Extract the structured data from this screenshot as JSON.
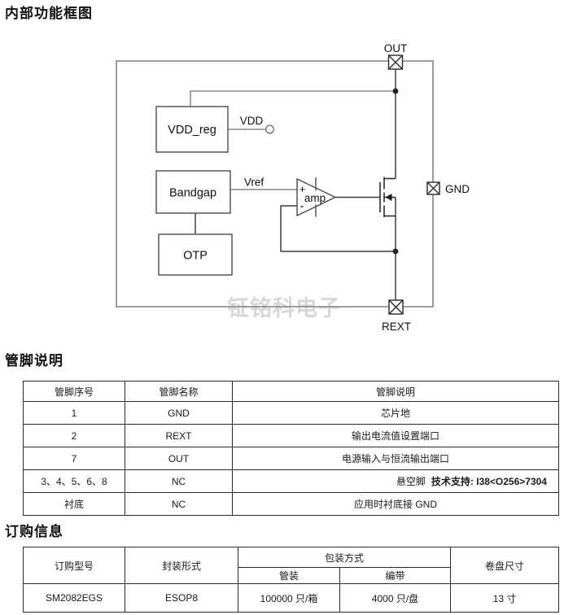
{
  "page": {
    "title": "内部功能框图",
    "watermark": "钲铭科电子"
  },
  "diagram": {
    "blocks": {
      "vdd_reg": "VDD_reg",
      "bandgap": "Bandgap",
      "otp": "OTP",
      "amp": "amp"
    },
    "labels": {
      "vdd": "VDD",
      "vref": "Vref",
      "plus": "+",
      "minus": "-"
    },
    "pins": {
      "out": "OUT",
      "gnd": "GND",
      "rext": "REXT"
    }
  },
  "pin_section": {
    "heading": "管脚说明",
    "headers": [
      "管脚序号",
      "管脚名称",
      "管脚说明"
    ],
    "rows": [
      {
        "num": "1",
        "name": "GND",
        "desc": "芯片地"
      },
      {
        "num": "2",
        "name": "REXT",
        "desc": "输出电流值设置端口"
      },
      {
        "num": "7",
        "name": "OUT",
        "desc": "电源输入与恒流输出端口"
      },
      {
        "num": "3、4、5、6、8",
        "name": "NC",
        "desc": "悬空脚",
        "desc_extra": "技术支持: I38<O256>7304"
      },
      {
        "num": "衬底",
        "name": "NC",
        "desc": "应用时衬底接 GND"
      }
    ]
  },
  "order_section": {
    "heading": "订购信息",
    "col_model": "订购型号",
    "col_package": "封装形式",
    "col_packing": "包装方式",
    "col_tube": "管装",
    "col_tape": "编带",
    "col_reel": "卷盘尺寸",
    "row": {
      "model": "SM2082EGS",
      "package": "ESOP8",
      "tube": "100000 只/箱",
      "tape": "4000 只/盘",
      "reel": "13 寸"
    }
  }
}
